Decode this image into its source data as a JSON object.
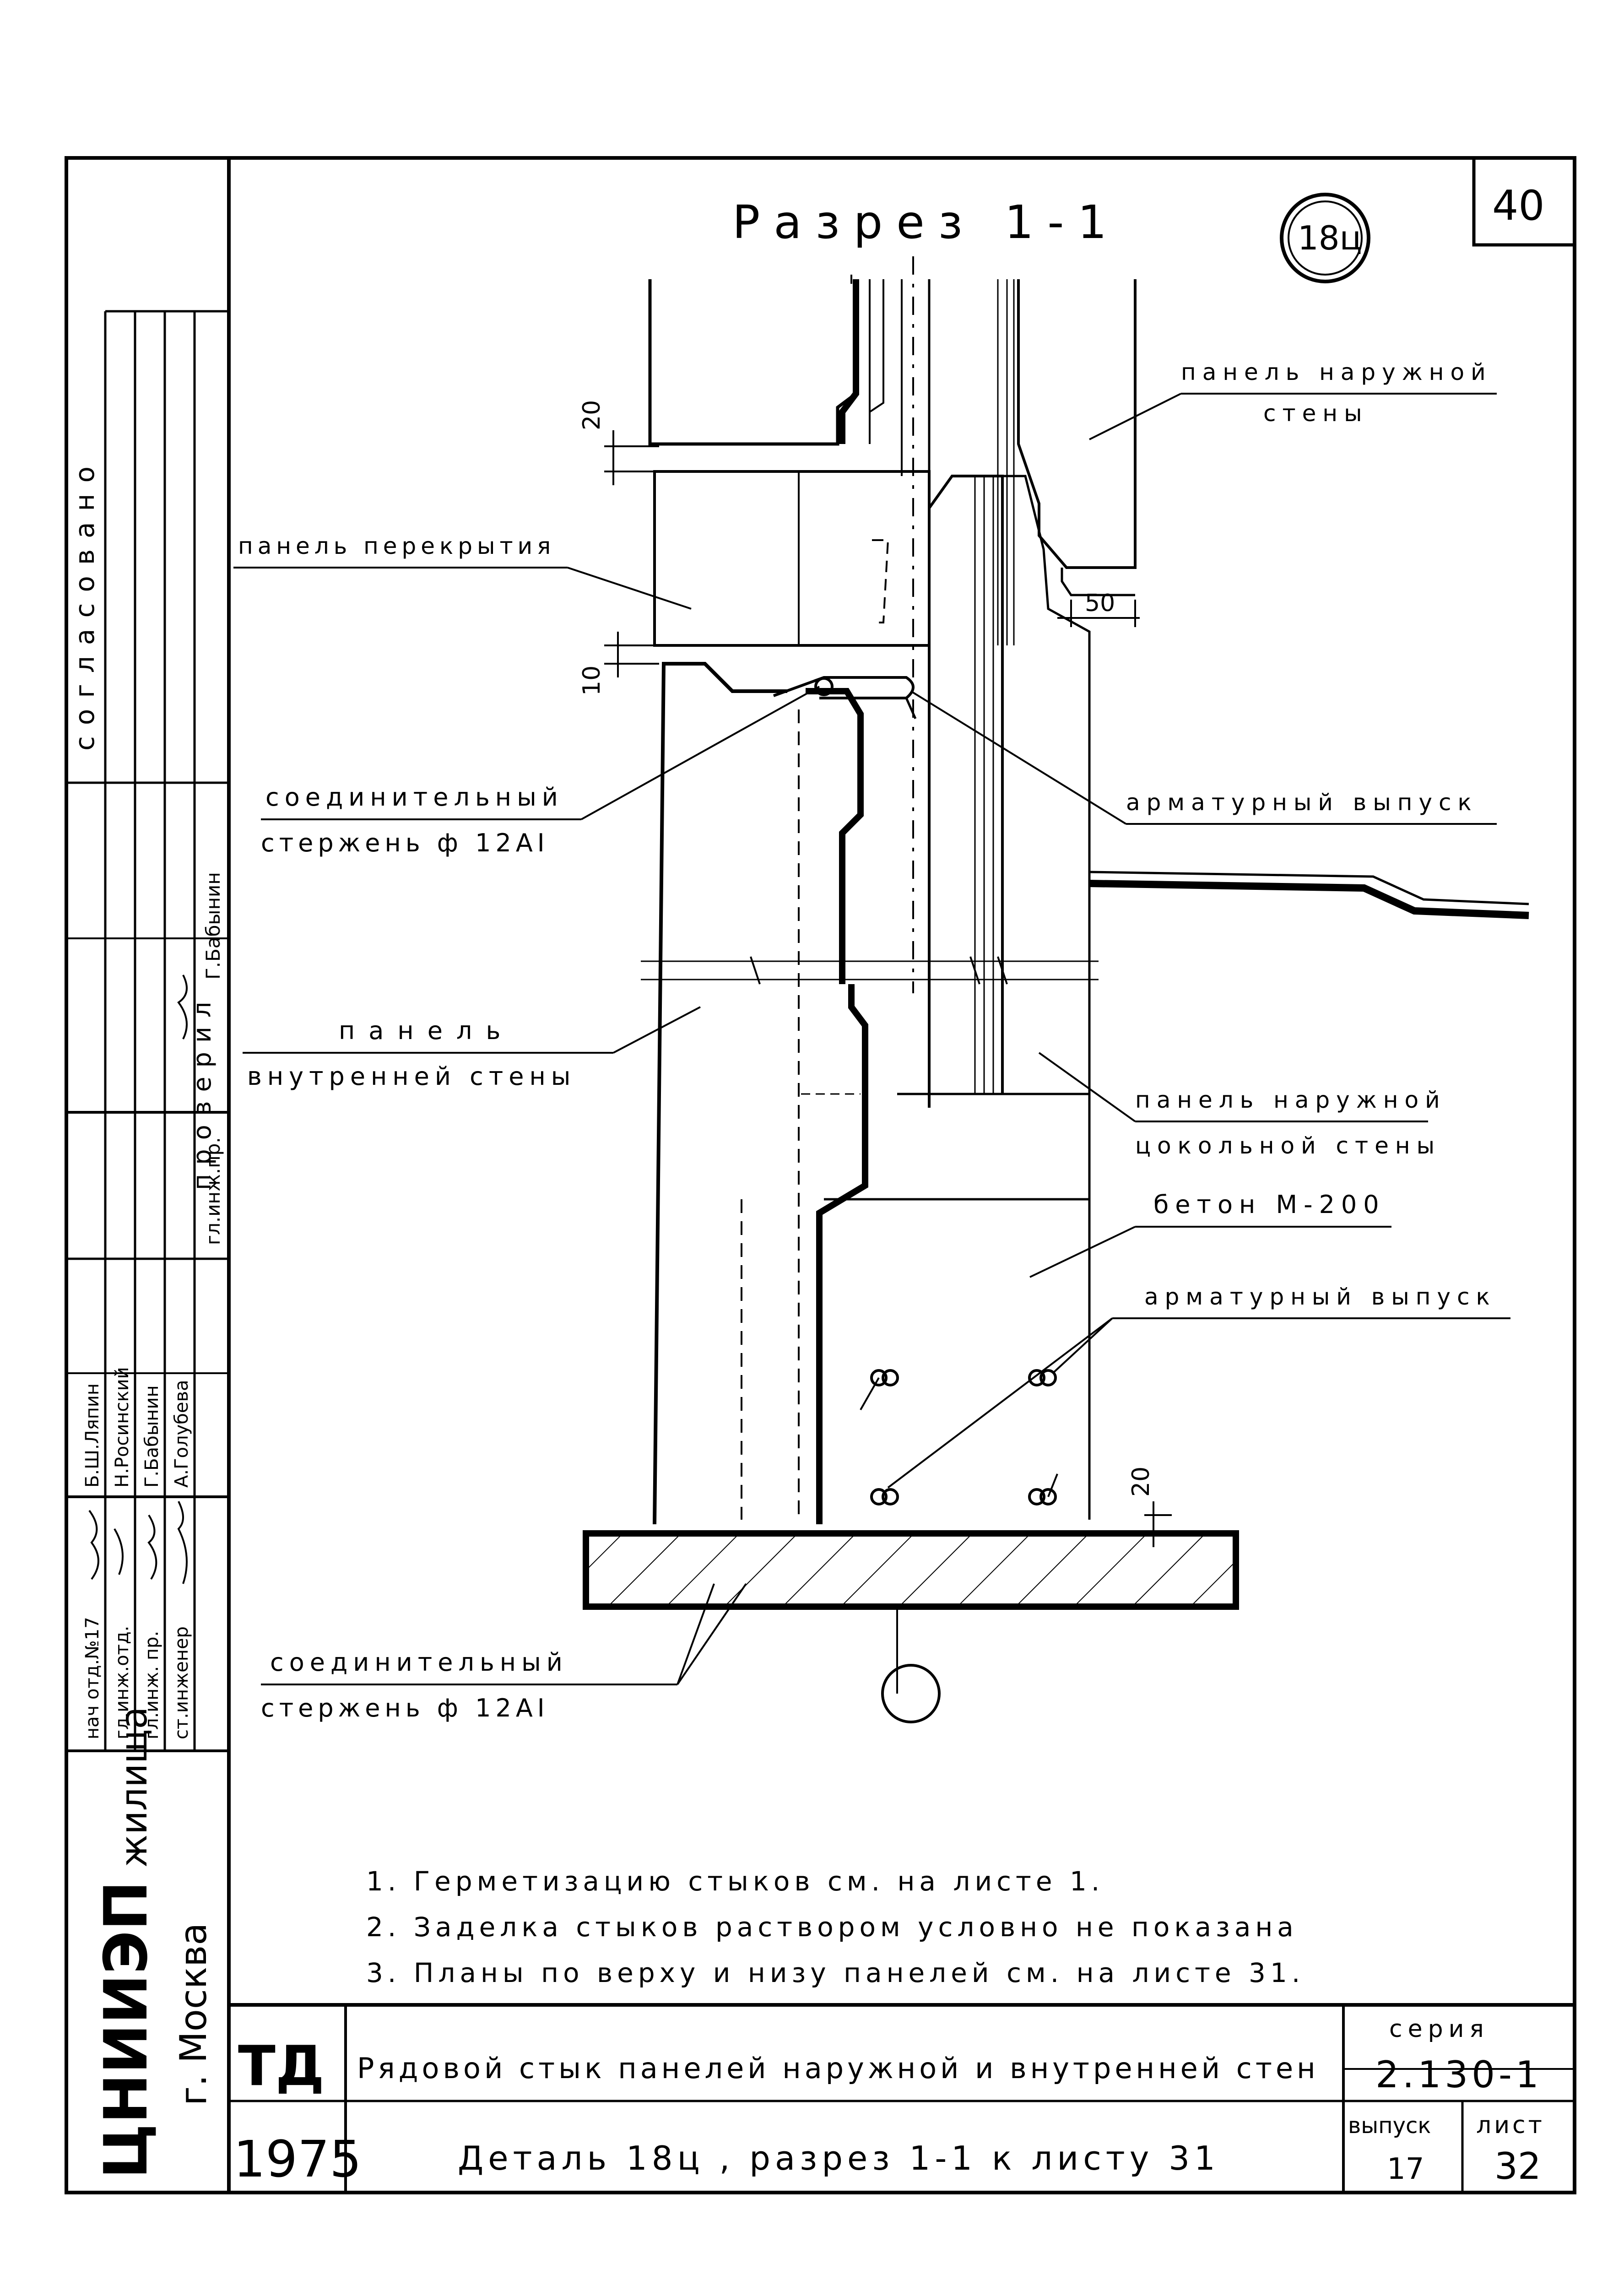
{
  "sheet": {
    "page_number": "40",
    "title": "Разрез 1-1",
    "detail_mark": "18ц"
  },
  "dimensions": {
    "gap_top": "20",
    "gap_bottom_left": "10",
    "overhang": "50",
    "gap_foundation": "20"
  },
  "callouts": {
    "outer_wall_panel_line1": "панель наружной",
    "outer_wall_panel_line2": "стены",
    "floor_panel": "панель перекрытия",
    "rebar_outlet_top": "арматурный выпуск",
    "connecting_rod_top_line1": "соединительный",
    "connecting_rod_top_line2": "стержень ф 12АI",
    "inner_wall_panel_line1": "панель",
    "inner_wall_panel_line2": "внутренней стены",
    "plinth_panel_line1": "панель наружной",
    "plinth_panel_line2": "цокольной стены",
    "concrete": "бетон М-200",
    "rebar_outlet_bottom": "арматурный выпуск",
    "connecting_rod_bottom_line1": "соединительный",
    "connecting_rod_bottom_line2": "стержень ф 12АI"
  },
  "notes": [
    "1. Герметизацию стыков см. на листе 1.",
    "2. Заделка стыков раствором условно не показана",
    "3. Планы по верху и низу панелей см. на листе 31."
  ],
  "approval": {
    "agreed": "согласовано",
    "checked": "проверил",
    "checker_role": "гл.инж.пр.",
    "checker_name": "Г.Бабынин"
  },
  "signatures": [
    {
      "role": "нач отд.№17",
      "name": "Б.Ш.Ляпин"
    },
    {
      "role": "гл.инж.отд.",
      "name": "Н.Росинский"
    },
    {
      "role": "гл.инж. пр.",
      "name": "Г.Бабынин"
    },
    {
      "role": "ст.инженер",
      "name": "А.Голубева"
    }
  ],
  "institute": {
    "name": "ЦНИИЭП",
    "subtitle": "жилища",
    "city": "г. Москва"
  },
  "title_block": {
    "code": "ТД",
    "year": "1975",
    "description_line1": "Рядовой стык панелей наружной и внутренней стен",
    "description_line2": "Деталь 18ц , разрез 1-1 к листу 31",
    "series_label": "серия",
    "series_value": "2.130-1",
    "issue_label": "выпуск",
    "issue_value": "17",
    "sheet_label": "лист",
    "sheet_value": "32"
  }
}
